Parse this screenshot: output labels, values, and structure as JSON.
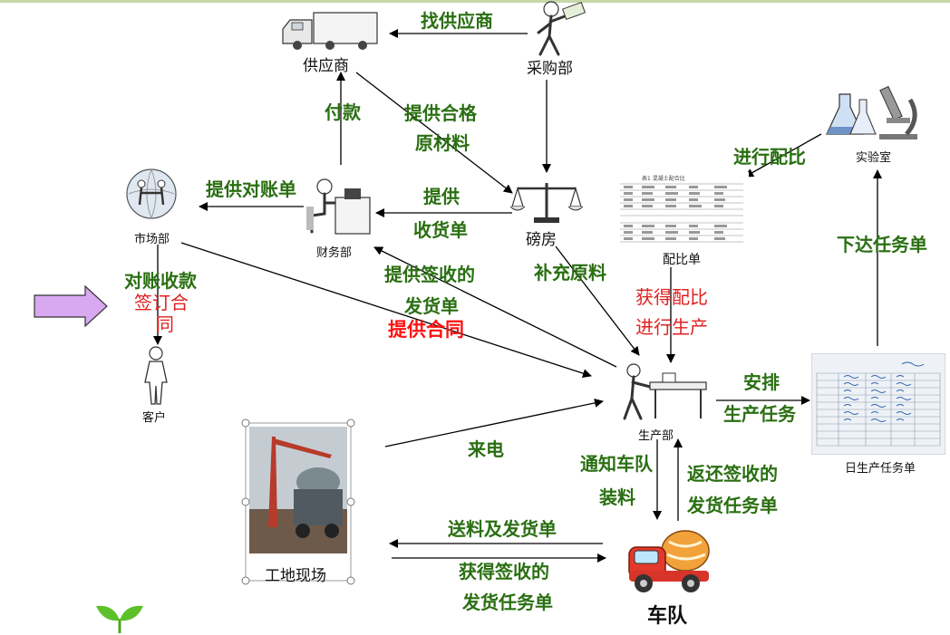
{
  "nodes": {
    "supplier": "供应商",
    "purchasing": "采购部",
    "market": "市场部",
    "finance": "财务部",
    "weighroom": "磅房",
    "mix_sheet": "配比单",
    "lab": "实验室",
    "customer": "客户",
    "production": "生产部",
    "daily_task_sheet": "日生产任务单",
    "site": "工地现场",
    "fleet": "车队"
  },
  "labels": {
    "find_supplier": "找供应商",
    "pay": "付款",
    "provide_qualified_1": "提供合格",
    "provide_qualified_2": "原材料",
    "provide_statement": "提供对账单",
    "provide_receipt_1": "提供",
    "provide_receipt_2": "收货单",
    "mix_ratio": "进行配比",
    "reconcile": "对账收款",
    "sign_contract_1": "签订合",
    "sign_contract_2": "同",
    "signed_delivery_1": "提供签收的",
    "signed_delivery_2": "发货单",
    "provide_contract": "提供合同",
    "supplement": "补充原料",
    "get_mix_1": "获得配比",
    "get_mix_2": "进行生产",
    "issue_task": "下达任务单",
    "arrange_1": "安排",
    "arrange_2": "生产任务",
    "power": "来电",
    "notify_fleet_1": "通知车队",
    "notify_fleet_2": "装料",
    "return_signed_1": "返还签收的",
    "return_signed_2": "发货任务单",
    "deliver": "送料及发货单",
    "get_signed_1": "获得签收的",
    "get_signed_2": "发货任务单"
  },
  "mix_sheet_title": "表1  混凝土配合比",
  "colors": {
    "label_green": "#2a6f12",
    "label_red": "#e02020",
    "arrow_fill": "#d8a8f0"
  }
}
